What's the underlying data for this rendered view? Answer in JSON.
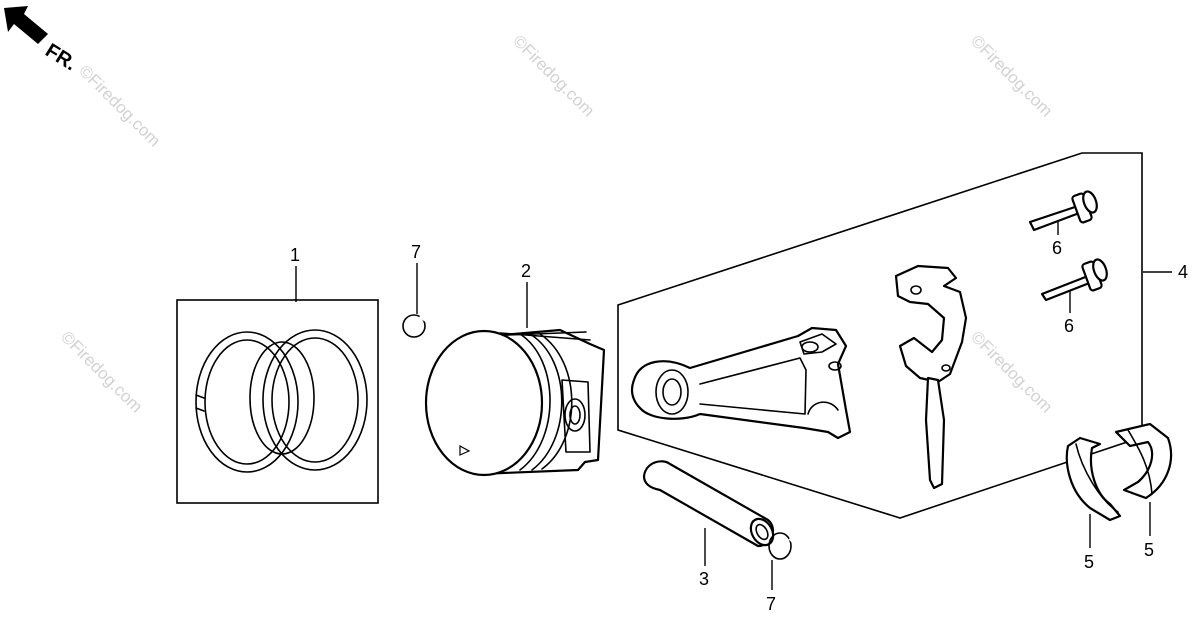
{
  "direction_label": "FR.",
  "watermark": "©Firedog.com",
  "callouts": {
    "piston_ring_set": "1",
    "piston": "2",
    "piston_pin": "3",
    "connecting_rod_set": "4",
    "rod_bearing_a": "5",
    "rod_bearing_b": "5",
    "bolt_upper": "6",
    "bolt_lower": "6",
    "pin_clip_top": "7",
    "pin_clip_bottom": "7"
  }
}
